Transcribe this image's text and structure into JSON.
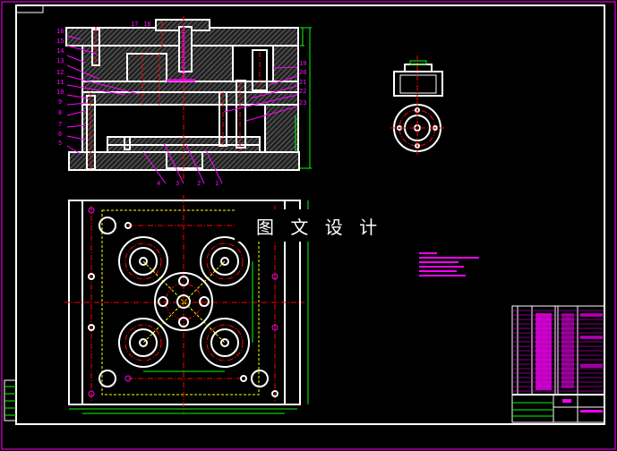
{
  "drawing": {
    "watermark": "图 文 设 计",
    "part_labels_left": [
      "16",
      "15",
      "14",
      "13",
      "12",
      "11",
      "10",
      "9",
      "8",
      "7",
      "6",
      "5"
    ],
    "part_labels_top": [
      "17",
      "18"
    ],
    "part_labels_right": [
      "19",
      "20",
      "21",
      "22",
      "23"
    ],
    "part_labels_bottom": [
      "4",
      "3",
      "2",
      "1"
    ]
  },
  "colors": {
    "background": "#000000",
    "outline": "#ffffff",
    "centerline": "#ff0000",
    "hidden": "#ffff00",
    "dimension": "#00ff00",
    "annotation": "#ff00ff"
  }
}
